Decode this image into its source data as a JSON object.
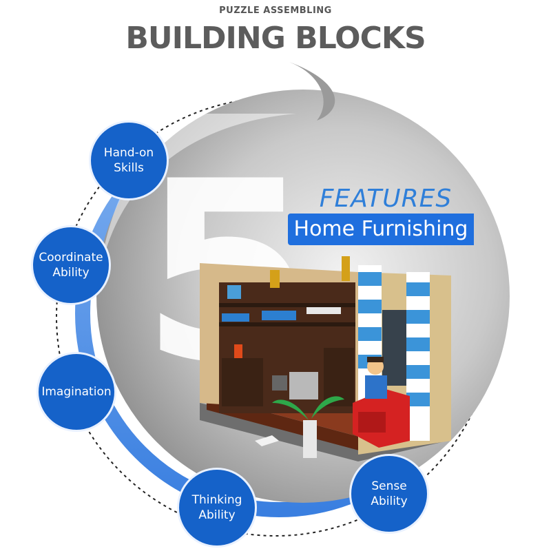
{
  "header": {
    "subtitle": "PUZZLE ASSEMBLING",
    "title": "BUILDING BLOCKS"
  },
  "big_number": "5",
  "features_label": "FEATURES",
  "banner_label": "Home Furnishing",
  "features": [
    {
      "label": "Hand-on\nSkills"
    },
    {
      "label": "Coordinate\nAbility"
    },
    {
      "label": "Imagination"
    },
    {
      "label": "Thinking\nAbility"
    },
    {
      "label": "Sense\nAbility"
    }
  ],
  "colors": {
    "accent_blue": "#1f6fde",
    "node_blue": "#1562c9",
    "ring_blue": "#5b96e8",
    "title_gray": "#5c5c5c"
  }
}
